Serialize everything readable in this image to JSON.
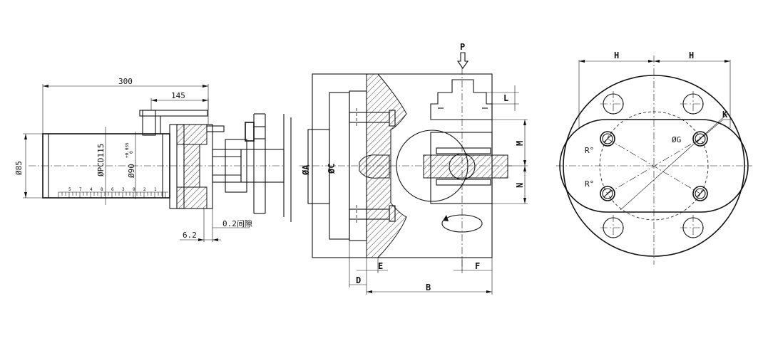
{
  "labels": {
    "dim_300": "300",
    "dim_145": "145",
    "dim_85": "Ø85",
    "pcd": "ØPCD115",
    "bore": "Ø90",
    "tol_plus": "+0.035",
    "tol_zero": "0",
    "gap": "0.2间隙",
    "dim_6_2": "6.2",
    "scale_nums": [
      "5",
      "7",
      "4",
      "8",
      "6",
      "3",
      "9",
      "2",
      "1"
    ],
    "dia_a": "ØA",
    "dia_c": "ØC",
    "p": "P",
    "l": "L",
    "m": "M",
    "n": "N",
    "e": "E",
    "f": "F",
    "d": "D",
    "b": "B",
    "h_left": "H",
    "h_right": "H",
    "k": "K",
    "dia_g": "ØG",
    "r_top": "R°",
    "r_bottom": "R°"
  }
}
